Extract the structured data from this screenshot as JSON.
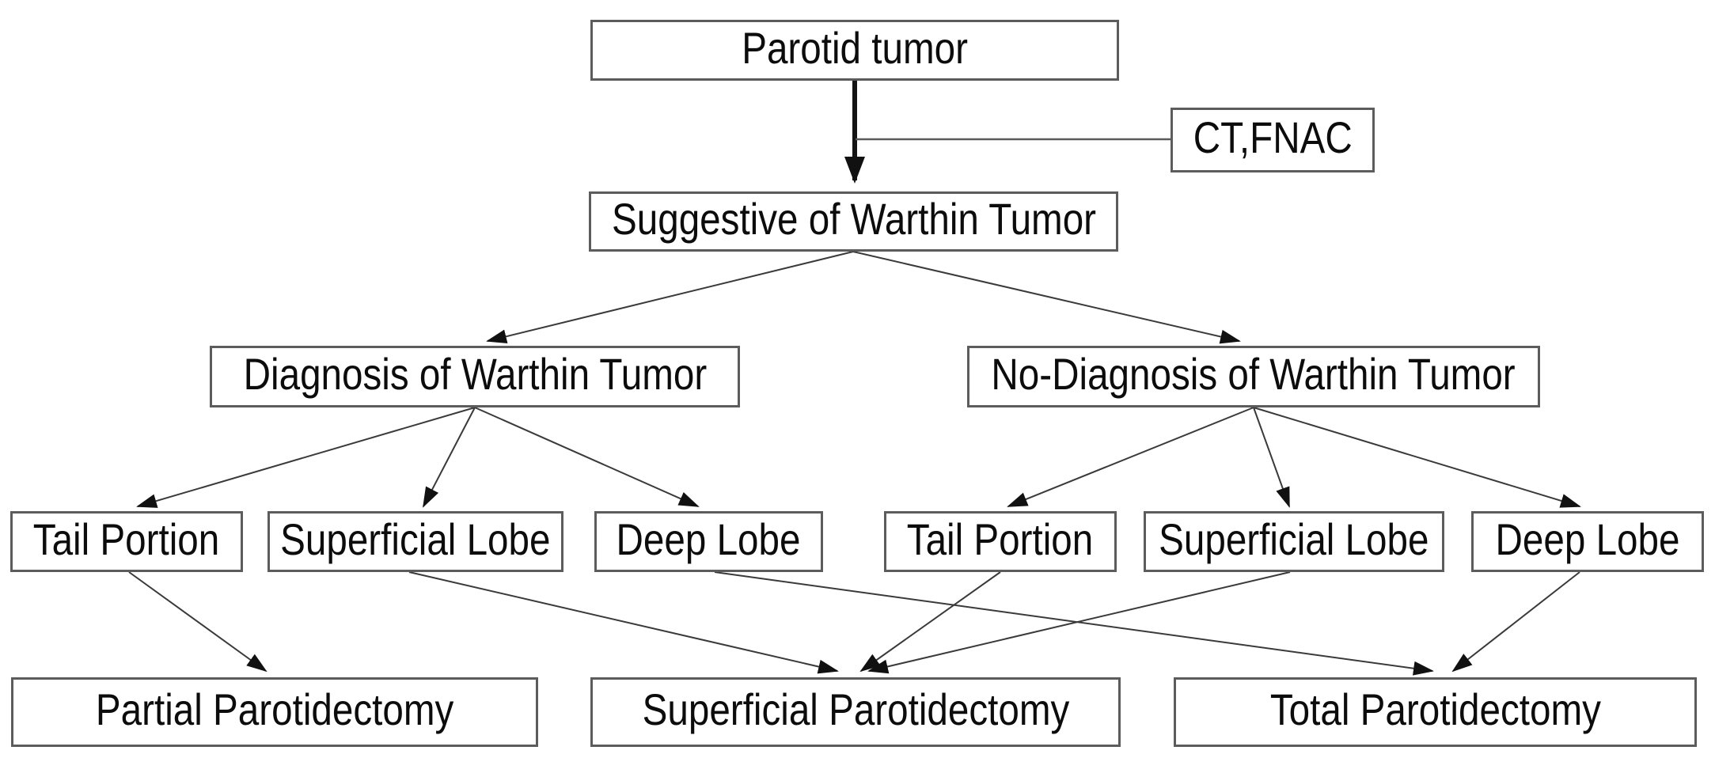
{
  "nodes": {
    "parotid_tumor": {
      "label": "Parotid tumor"
    },
    "ct_fnac": {
      "label": "CT,FNAC"
    },
    "suggestive_warthin": {
      "label": "Suggestive of Warthin Tumor"
    },
    "diagnosis_warthin": {
      "label": "Diagnosis of Warthin Tumor"
    },
    "no_diagnosis_warthin": {
      "label": "No-Diagnosis of Warthin Tumor"
    },
    "tail_portion_left": {
      "label": "Tail Portion"
    },
    "superficial_lobe_left": {
      "label": "Superficial Lobe"
    },
    "deep_lobe_left": {
      "label": "Deep Lobe"
    },
    "tail_portion_right": {
      "label": "Tail Portion"
    },
    "superficial_lobe_right": {
      "label": "Superficial Lobe"
    },
    "deep_lobe_right": {
      "label": "Deep Lobe"
    },
    "partial_parotidectomy": {
      "label": "Partial Parotidectomy"
    },
    "superficial_parotidectomy": {
      "label": "Superficial Parotidectomy"
    },
    "total_parotidectomy": {
      "label": "Total Parotidectomy"
    }
  },
  "edges": [
    {
      "from": "parotid_tumor",
      "to": "suggestive_warthin",
      "via_label": "ct_fnac"
    },
    {
      "from": "suggestive_warthin",
      "to": "diagnosis_warthin"
    },
    {
      "from": "suggestive_warthin",
      "to": "no_diagnosis_warthin"
    },
    {
      "from": "diagnosis_warthin",
      "to": "tail_portion_left"
    },
    {
      "from": "diagnosis_warthin",
      "to": "superficial_lobe_left"
    },
    {
      "from": "diagnosis_warthin",
      "to": "deep_lobe_left"
    },
    {
      "from": "no_diagnosis_warthin",
      "to": "tail_portion_right"
    },
    {
      "from": "no_diagnosis_warthin",
      "to": "superficial_lobe_right"
    },
    {
      "from": "no_diagnosis_warthin",
      "to": "deep_lobe_right"
    },
    {
      "from": "tail_portion_left",
      "to": "partial_parotidectomy"
    },
    {
      "from": "superficial_lobe_left",
      "to": "superficial_parotidectomy"
    },
    {
      "from": "deep_lobe_left",
      "to": "total_parotidectomy"
    },
    {
      "from": "tail_portion_right",
      "to": "superficial_parotidectomy"
    },
    {
      "from": "superficial_lobe_right",
      "to": "superficial_parotidectomy"
    },
    {
      "from": "deep_lobe_right",
      "to": "total_parotidectomy"
    }
  ],
  "colors": {
    "background": "#ffffff",
    "box_border": "#5c5c5c",
    "text": "#0c0c0c",
    "line": "#3a3a3a",
    "arrowhead": "#111111"
  }
}
